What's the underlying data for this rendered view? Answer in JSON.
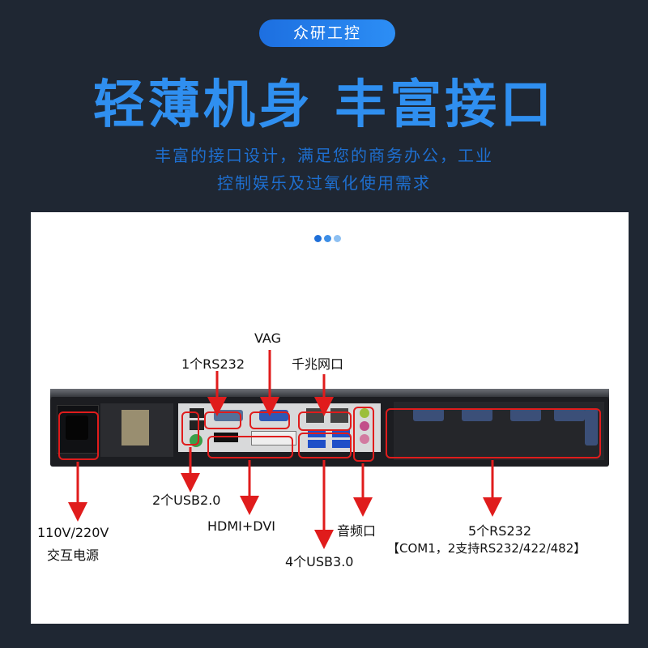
{
  "header": {
    "brand": "众研工控",
    "headline": "轻薄机身  丰富接口",
    "subline_1": "丰富的接口设计，满足您的商务办公，工业",
    "subline_2": "控制娱乐及过氧化使用需求"
  },
  "colors": {
    "background": "#1f2733",
    "accent_blue": "#2f8ff0",
    "callout_red": "#e01c1c",
    "dot_dark": "#1f6fd8",
    "dot_mid": "#3d8ee6",
    "dot_light": "#8ec0f2"
  },
  "labels": {
    "vga": "VAG",
    "rs232_single": "1个RS232",
    "gigabit_lan": "千兆网口",
    "usb2": "2个USB2.0",
    "hdmi_dvi": "HDMI+DVI",
    "audio": "音频口",
    "usb3": "4个USB3.0",
    "power_voltage": "110V/220V",
    "power_type": "交互电源",
    "rs232_multi": "5个RS232",
    "rs232_multi_note": "【COM1，2支持RS232/422/482】"
  }
}
